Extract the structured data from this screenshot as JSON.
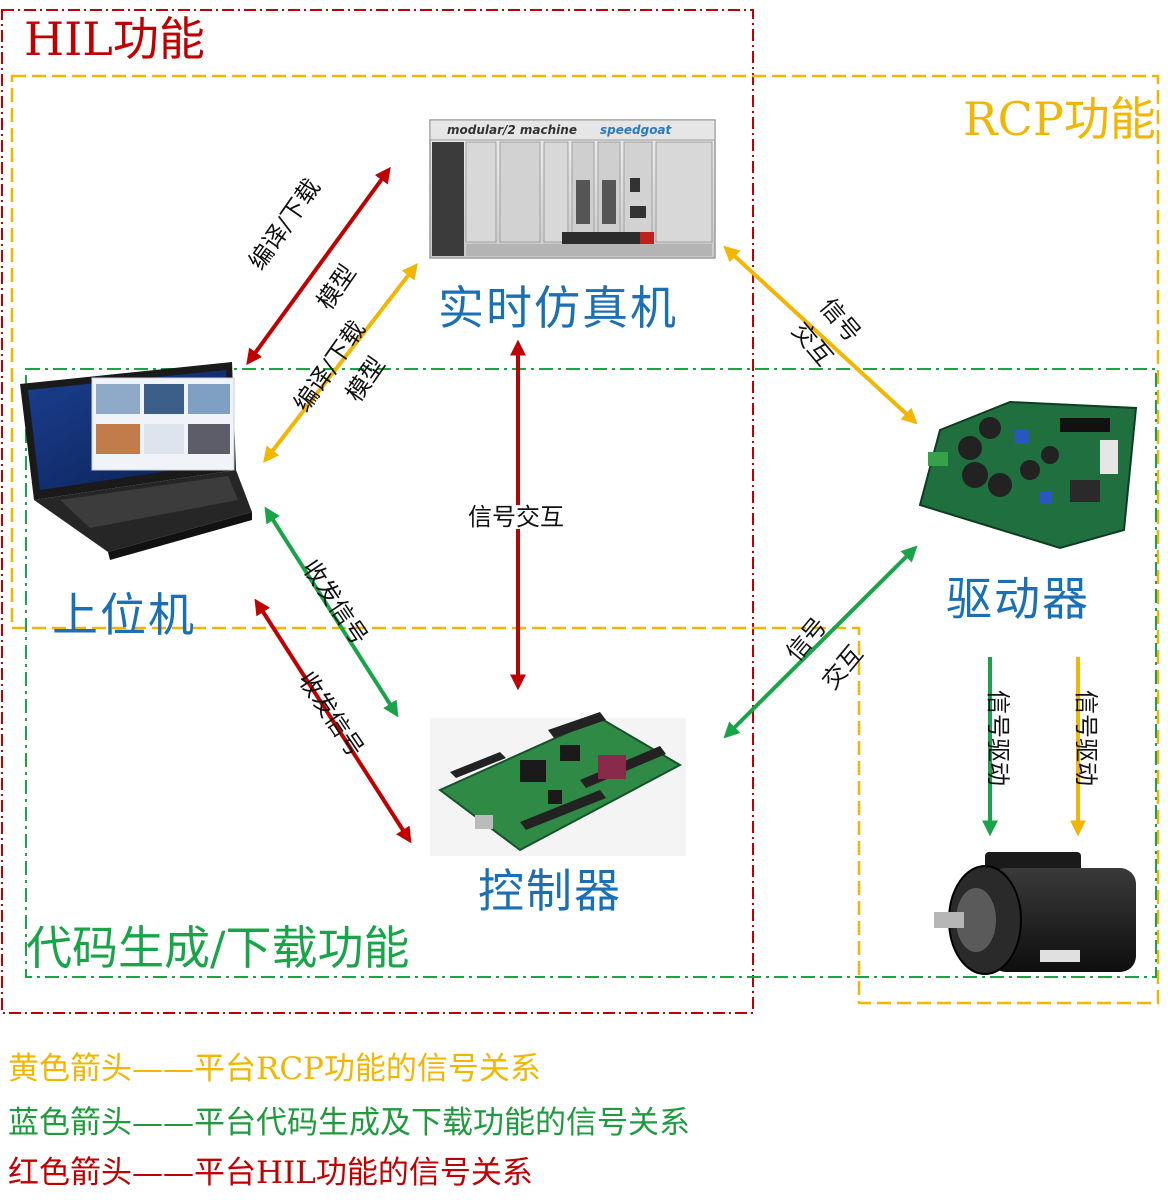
{
  "colors": {
    "red": "#c00000",
    "yellow": "#f2b600",
    "green": "#1aa44a",
    "blue": "#1a6fb5",
    "legend_blue": "#1f9a3d"
  },
  "regions": {
    "hil": {
      "title": "HIL功能"
    },
    "rcp": {
      "title": "RCP功能"
    },
    "codegen": {
      "title": "代码生成/下载功能"
    }
  },
  "nodes": {
    "simulator": {
      "label": "实时仿真机",
      "brand_left": "modular/2 machine",
      "brand_right": "speedgoat"
    },
    "host": {
      "label": "上位机"
    },
    "driver": {
      "label": "驱动器"
    },
    "controller": {
      "label": "控制器"
    },
    "motor": {
      "icon": "motor-icon"
    }
  },
  "arrow_labels": {
    "compile_red_1": "编译/下载",
    "compile_red_2": "模型",
    "compile_yellow_1": "编译/下载",
    "compile_yellow_2": "模型",
    "signal_sim_driver_1": "信号",
    "signal_sim_driver_2": "交互",
    "signal_center": "信号交互",
    "send_receive_green": "收发信号",
    "send_receive_red": "收发信号",
    "signal_driver_ctrl_1": "信号",
    "signal_driver_ctrl_2": "交互",
    "drive_green": "信号驱动",
    "drive_yellow": "信号驱动"
  },
  "legend": [
    {
      "text": "黄色箭头——平台RCP功能的信号关系"
    },
    {
      "text": "蓝色箭头——平台代码生成及下载功能的信号关系"
    },
    {
      "text": "红色箭头——平台HIL功能的信号关系"
    }
  ]
}
